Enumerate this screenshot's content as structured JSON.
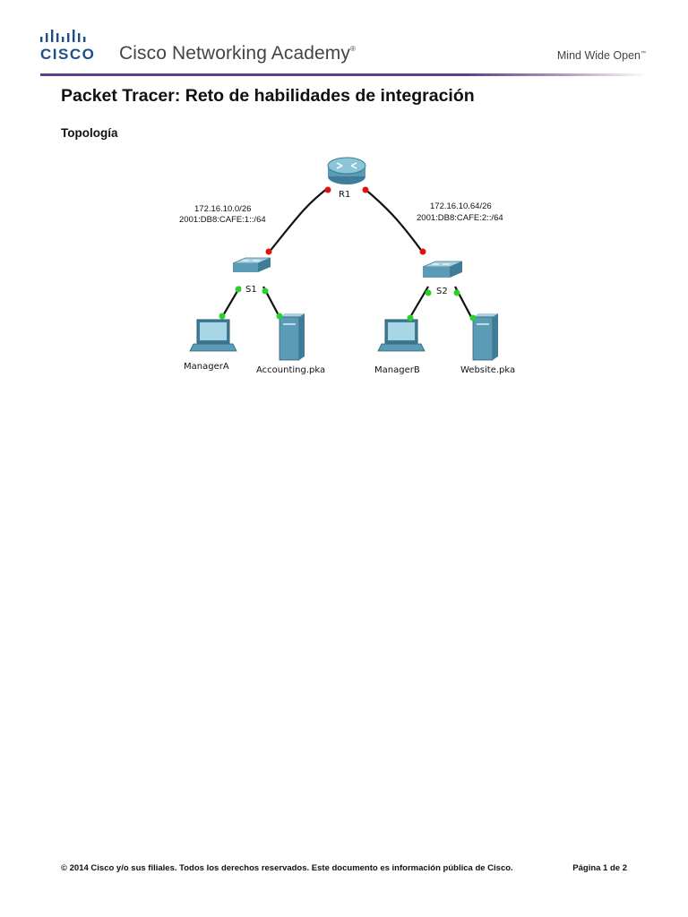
{
  "header": {
    "brand": "CISCO",
    "academy": "Cisco Networking Academy",
    "academy_mark": "®",
    "tagline": "Mind Wide Open",
    "tagline_mark": "™"
  },
  "document": {
    "title": "Packet Tracer: Reto de habilidades de integración",
    "section": "Topología"
  },
  "topology": {
    "router": "R1",
    "switch1": "S1",
    "switch2": "S2",
    "net_left_v4": "172.16.10.0/26",
    "net_left_v6": "2001:DB8:CAFE:1::/64",
    "net_right_v4": "172.16.10.64/26",
    "net_right_v6": "2001:DB8:CAFE:2::/64",
    "pc_left": "ManagerA",
    "server_left": "Accounting.pka",
    "pc_right": "ManagerB",
    "server_right": "Website.pka",
    "colors": {
      "link_down": "#e31010",
      "link_up": "#2bd12b",
      "device": "#5b8fa6"
    }
  },
  "footer": {
    "copyright": "© 2014 Cisco y/o sus filiales. Todos los derechos reservados. Este documento es información pública de Cisco.",
    "page": "Página 1 de 2"
  }
}
